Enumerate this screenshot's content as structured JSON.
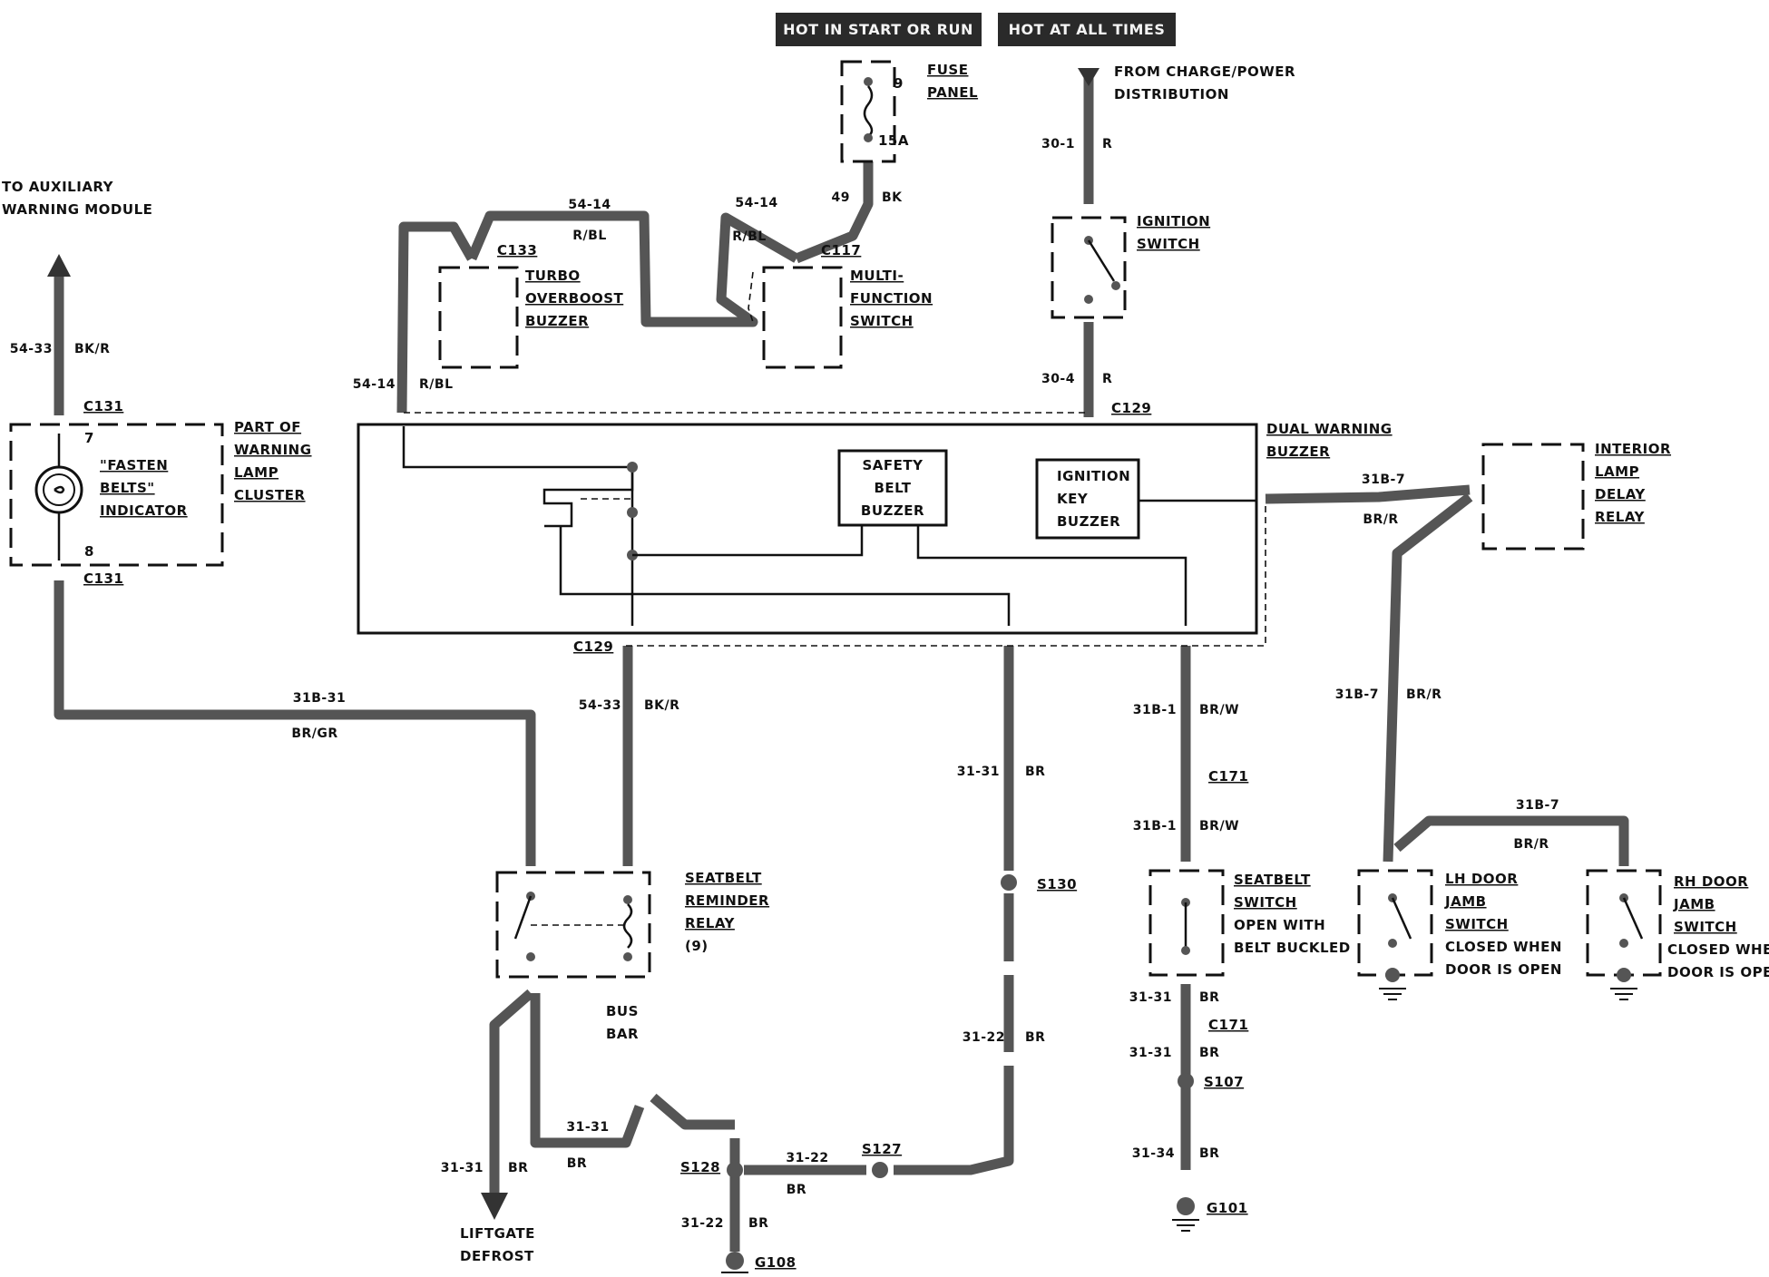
{
  "headers": {
    "hot_start_run": "HOT IN START OR RUN",
    "hot_all_times": "HOT AT ALL TIMES"
  },
  "fuse_panel": {
    "label_1": "FUSE",
    "label_2": "PANEL",
    "fuse_number": "9",
    "rating": "15A"
  },
  "from_charge": {
    "line_1": "FROM CHARGE/POWER",
    "line_2": "DISTRIBUTION"
  },
  "aux_module": {
    "line_1": "TO AUXILIARY",
    "line_2": "WARNING MODULE"
  },
  "ignition_switch": {
    "line_1": "IGNITION",
    "line_2": "SWITCH"
  },
  "turbo_buzzer": {
    "line_1": "TURBO",
    "line_2": "OVERBOOST",
    "line_3": "BUZZER"
  },
  "multi_switch": {
    "line_1": "MULTI-",
    "line_2": "FUNCTION",
    "line_3": "SWITCH"
  },
  "warning_cluster": {
    "line_1": "PART OF",
    "line_2": "WARNING",
    "line_3": "LAMP",
    "line_4": "CLUSTER"
  },
  "fasten_belts": {
    "line_1": "\"FASTEN",
    "line_2": "BELTS\"",
    "line_3": "INDICATOR"
  },
  "dual_buzzer": {
    "line_1": "DUAL WARNING",
    "line_2": "BUZZER"
  },
  "safety_buzzer": {
    "line_1": "SAFETY",
    "line_2": "BELT",
    "line_3": "BUZZER"
  },
  "ignition_key_buzzer": {
    "line_1": "IGNITION",
    "line_2": "KEY",
    "line_3": "BUZZER"
  },
  "interior_relay": {
    "line_1": "INTERIOR",
    "line_2": "LAMP",
    "line_3": "DELAY",
    "line_4": "RELAY"
  },
  "reminder_relay": {
    "line_1": "SEATBELT",
    "line_2": "REMINDER",
    "line_3": "RELAY",
    "line_4": "(9)"
  },
  "bus_bar": {
    "line_1": "BUS",
    "line_2": "BAR"
  },
  "seatbelt_switch": {
    "line_1": "SEATBELT",
    "line_2": "SWITCH",
    "line_3": "OPEN WITH",
    "line_4": "BELT BUCKLED"
  },
  "lh_door": {
    "line_1": "LH DOOR",
    "line_2": "JAMB",
    "line_3": "SWITCH",
    "line_4": "CLOSED WHEN",
    "line_5": "DOOR IS OPEN"
  },
  "rh_door": {
    "line_1": "RH DOOR",
    "line_2": "JAMB",
    "line_3": "SWITCH",
    "line_4": "CLOSED WHEN",
    "line_5": "DOOR IS OPEN"
  },
  "liftgate": {
    "line_1": "LIFTGATE",
    "line_2": "DEFROST"
  },
  "connectors": {
    "c133": "C133",
    "c117": "C117",
    "c131_top": "C131",
    "c131_bot": "C131",
    "c129_top": "C129",
    "c129_bot": "C129",
    "c171_a": "C171",
    "c171_b": "C171",
    "pin_7": "7",
    "pin_8": "8"
  },
  "splices": {
    "s130": "S130",
    "s107": "S107",
    "s127": "S127",
    "s128": "S128"
  },
  "grounds": {
    "g101": "G101",
    "g108": "G108"
  },
  "wires": {
    "w_49": "49",
    "c_49": "BK",
    "w_301": "30-1",
    "c_301": "R",
    "w_304": "30-4",
    "c_304": "R",
    "w_5414_a": "54-14",
    "c_5414_a": "R/BL",
    "w_5414_b": "54-14",
    "c_5414_b": "R/BL",
    "w_5414_c": "54-14",
    "c_5414_c": "R/BL",
    "w_5433_a": "54-33",
    "c_5433_a": "BK/R",
    "w_5433_b": "54-33",
    "c_5433_b": "BK/R",
    "w_31b31": "31B-31",
    "c_31b31": "BR/GR",
    "w_3131_a": "31-31",
    "c_3131_a": "BR",
    "w_3122_a": "31-22",
    "c_3122_a": "BR",
    "w_31b1_a": "31B-1",
    "c_31b1_a": "BR/W",
    "w_31b1_b": "31B-1",
    "c_31b1_b": "BR/W",
    "w_3131_b": "31-31",
    "c_3131_b": "BR",
    "w_3131_c": "31-31",
    "c_3131_c": "BR",
    "w_3134": "31-34",
    "c_3134": "BR",
    "w_31b7_a": "31B-7",
    "c_31b7_a": "BR/R",
    "w_31b7_b": "31B-7",
    "c_31b7_b": "BR/R",
    "w_31b7_c": "31B-7",
    "c_31b7_c": "BR/R",
    "w_3131_d": "31-31",
    "c_3131_d": "BR",
    "w_3131_e": "31-31",
    "c_3131_e": "BR",
    "w_3122_b": "31-22",
    "c_3122_b": "BR",
    "w_3122_c": "31-22",
    "c_3122_c": "BR"
  }
}
